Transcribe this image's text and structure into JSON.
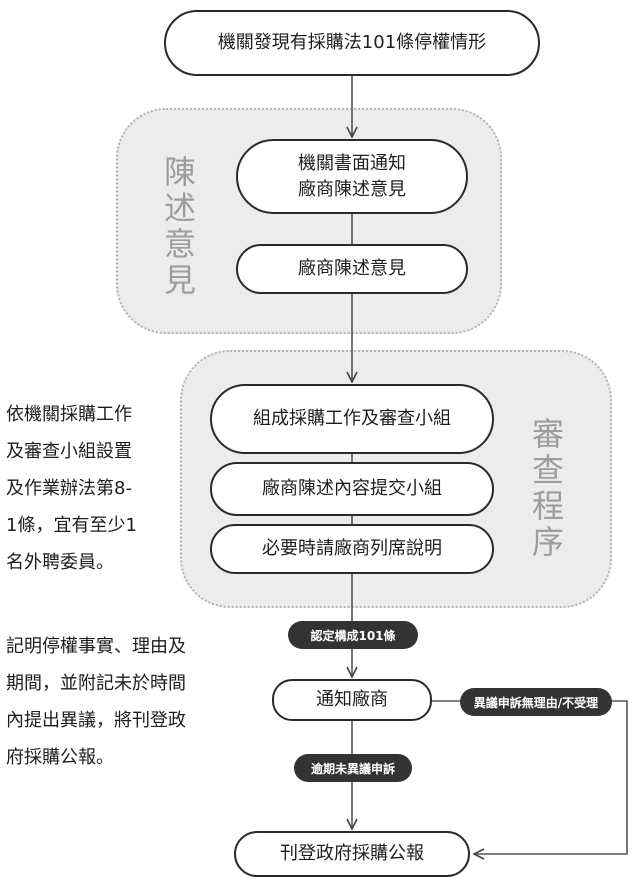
{
  "panels": {
    "statement_label": "陳述意見",
    "review_label": "審查程序"
  },
  "nodes": {
    "start": "機關發現有採購法101條停權情形",
    "notify_agency_line1": "機關書面通知",
    "notify_agency_line2": "廠商陳述意見",
    "vendor_statement": "廠商陳述意見",
    "form_committee": "組成採購工作及審查小組",
    "submit_statement": "廠商陳述內容提交小組",
    "attend_explain": "必要時請廠商列席說明",
    "notify_vendor": "通知廠商",
    "publish": "刊登政府採購公報"
  },
  "pills": {
    "confirm_101": "認定構成101條",
    "overdue": "逾期未異議申訴",
    "objection_rejected": "異議申訴無理由/不受理"
  },
  "notes": {
    "committee_note": [
      "依機關採購工作",
      "及審查小組設置",
      "及作業辦法第8-",
      "1條，宜有至少1",
      "名外聘委員。"
    ],
    "notify_note": [
      "記明停權事實、理由及",
      "期間，並附記未於時間",
      "內提出異議，將刊登政",
      "府採購公報。"
    ]
  }
}
